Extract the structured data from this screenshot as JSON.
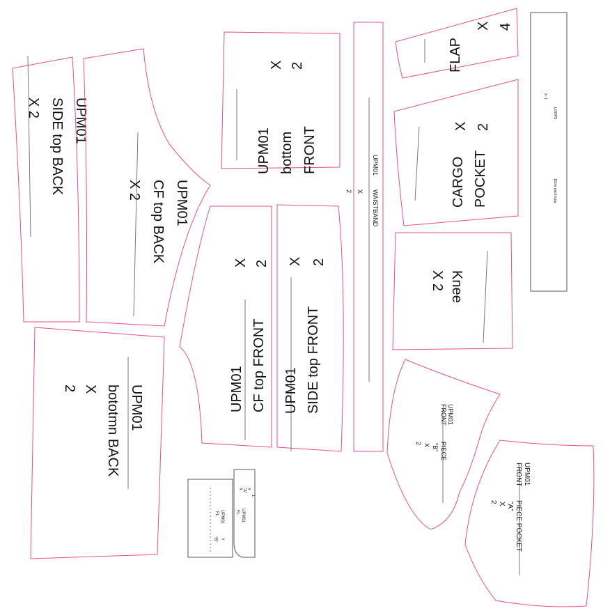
{
  "colors": {
    "outline": "#e64e8c",
    "text": "#111111",
    "grainline": "#777777",
    "background": "#ffffff"
  },
  "pieces": {
    "side_top_back": [
      "UPM01",
      "SIDE top BACK",
      "X 2"
    ],
    "cf_top_back": [
      "UPM01",
      "CF top BACK",
      "X 2"
    ],
    "bottom_front": [
      "UPM01",
      "bottom",
      "FRONT",
      "X",
      "2"
    ],
    "waistband": [
      "UPM01",
      "WAISTBAND",
      "X",
      "2"
    ],
    "flap": [
      "FLAP",
      "X",
      "4"
    ],
    "loops": [
      "LOOPS",
      "X",
      "1",
      "10cm each loop"
    ],
    "cargo_pocket": [
      "CARGO",
      "POCKET",
      "X",
      "2"
    ],
    "cf_top_front": [
      "UPM01",
      "CF top FRONT",
      "X",
      "2"
    ],
    "side_top_front": [
      "UPM01",
      "SIDE top FRONT",
      "X",
      "2"
    ],
    "knee": [
      "Knee",
      "X 2"
    ],
    "bottom_back": [
      "UPM01",
      "bototmn BACK",
      "X",
      "2"
    ],
    "front_piece_b": [
      "UPM01",
      "FRONT",
      "PIECE",
      "\"B\"",
      "X",
      "2"
    ],
    "front_piece_pocket_a": [
      "UPM01",
      "FRONT",
      "PIECE POCKET",
      "\"A\"",
      "X",
      "2"
    ],
    "fl_small_1": [
      "UPM01",
      "FL",
      "Y",
      "\"B\""
    ],
    "fl_small_2": [
      "UPM01",
      "FL",
      "Y",
      "\"A\"",
      "X",
      "1"
    ]
  }
}
